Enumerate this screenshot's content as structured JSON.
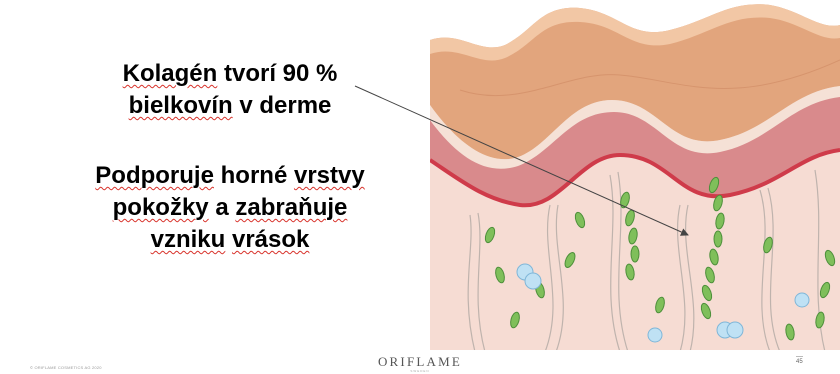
{
  "slide": {
    "headline": {
      "line1_pre": "",
      "line1_word": "Kolagén",
      "line1_post": " tvorí 90 %",
      "line2_word": "bielkovín",
      "line2_post": " v derme"
    },
    "body": {
      "line1_word": "Podporuje",
      "line1_post": " horné ",
      "line1_word2": "vrstvy",
      "line2_word": "pokožky",
      "line2_mid": " a ",
      "line2_word2": "zabraňuje",
      "line3_word": "vzniku",
      "line3_mid": " ",
      "line3_word2": "vrások"
    }
  },
  "footer": {
    "copyright": "© ORIFLAME COSMETICS AG 2020",
    "logo": "ORIFLAME",
    "logo_sub": "SWEDEN",
    "page_number": "45"
  },
  "colors": {
    "skin_top": "#e2a57d",
    "skin_top_light": "#f2c7a5",
    "epidermis": "#d98a8c",
    "dermis": "#f6dcd3",
    "basal_line": "#cf3b4a",
    "collagen_green": "#7fbf5a",
    "cell_blue": "#bfe1f4"
  },
  "icons": [
    "skin-cross-section-illustration",
    "pointer-arrow"
  ]
}
